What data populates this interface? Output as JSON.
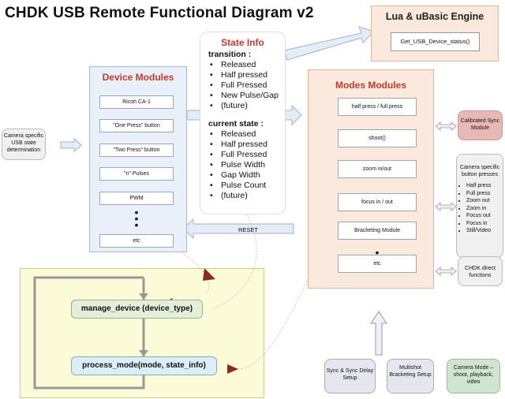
{
  "title": "CHDK USB Remote Functional Diagram  v2",
  "lua": {
    "title": "Lua & uBasic Engine",
    "function": "Get_USB_Device_status()"
  },
  "device_modules": {
    "title": "Device Modules",
    "items": [
      "Ricoh CA-1",
      "\"One Press\" button",
      "\"Two Press\" button",
      "\"n\" Pulses",
      "PWM",
      "etc"
    ]
  },
  "state_info": {
    "title": "State Info",
    "transition_label": "transition :",
    "transition": [
      "Released",
      "Half pressed",
      "Full Pressed",
      "New Pulse/Gap",
      "(future)"
    ],
    "current_label": "current state :",
    "current": [
      "Released",
      "Half pressed",
      "Full Pressed",
      "Pulse Width",
      "Gap Width",
      "Pulse Count",
      "(future)"
    ]
  },
  "modes_modules": {
    "title": "Modes Modules",
    "items": [
      "half press / full press",
      "shoot()",
      "zoom in/out",
      "focus in / out",
      "Bracketing Module",
      "etc"
    ]
  },
  "camera_usb": "Camera specific USB state determination",
  "calibrated_sync": "Calibrated Sync Module",
  "camera_buttons": {
    "title": "Camera specific button presses",
    "items": [
      "Half press",
      "Full press",
      "Zoom out",
      "Zoom in",
      "Focus out",
      "Focus in",
      "Still/Video"
    ]
  },
  "chdk_direct": "CHDK direct functions",
  "sync_delay": "Sync & Sync Delay Setup",
  "multishot": "Multishot Bracketing Setup",
  "camera_mode": "Camera Mode – shoot, playback, video",
  "reset_label": "RESET",
  "manage_device": "manage_device (device_type)",
  "process_mode": "process_mode(mode, state_info)"
}
